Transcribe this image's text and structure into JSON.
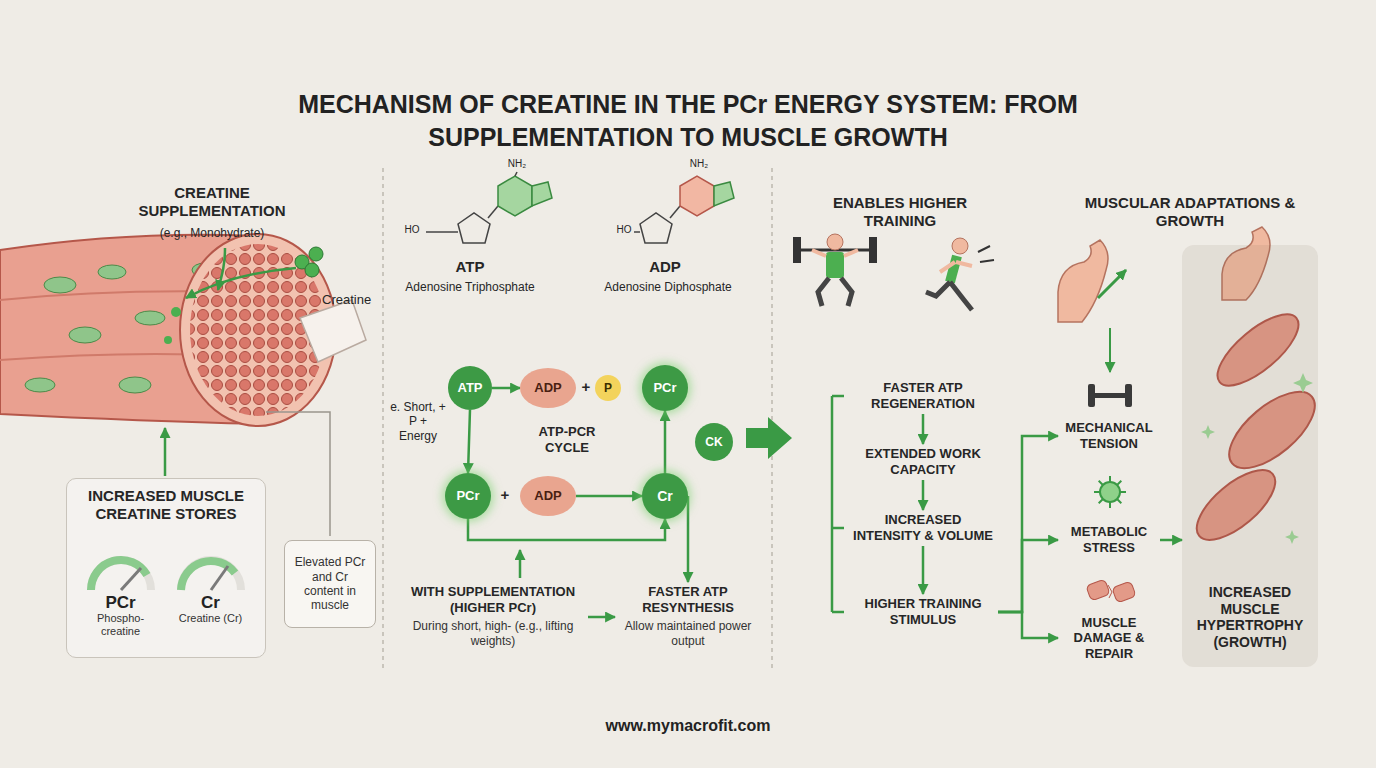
{
  "diagram": {
    "title": "MECHANISM OF CREATINE IN THE PCr ENERGY SYSTEM: FROM SUPPLEMENTATION TO MUSCLE GROWTH",
    "caption": "www.mymacrofit.com",
    "nodes": [
      {
        "text": [
          "INCREASED MUSCLE CREATINE STORES"
        ]
      },
      {
        "text": [
          "PCr",
          "Phospho-creatine"
        ],
        "in": 0
      },
      {
        "text": [
          "Cr",
          "Creatine (Cr)"
        ],
        "in": 0
      },
      {
        "text": [
          "Elevated PCr and Cr content in muscle"
        ]
      },
      {
        "text": [
          "ATP"
        ]
      },
      {
        "text": [
          "ADP"
        ]
      },
      {
        "text": [
          "P"
        ]
      },
      {
        "text": [
          "PCr"
        ]
      },
      {
        "text": [
          "PCr"
        ]
      },
      {
        "text": [
          "ADP"
        ]
      },
      {
        "text": [
          "Cr"
        ]
      },
      {
        "text": [
          "CK"
        ]
      },
      {
        "text": [
          "WITH SUPPLEMENTATION (HIGHER PCr)",
          "During short, high- (e.g., lifting weights)"
        ]
      },
      {
        "text": [
          "FASTER ATP RESYNTHESIS",
          "Allow maintained power output"
        ]
      },
      {
        "text": [
          "FASTER ATP REGENERATION"
        ]
      },
      {
        "text": [
          "EXTENDED WORK CAPACITY"
        ]
      },
      {
        "text": [
          "INCREASED INTENSITY & VOLUME"
        ]
      },
      {
        "text": [
          "HIGHER TRAINING STIMULUS"
        ]
      },
      {
        "text": [
          "MECHANICAL TENSION"
        ]
      },
      {
        "text": [
          "METABOLIC STRESS"
        ]
      },
      {
        "text": [
          "MUSCLE DAMAGE & REPAIR"
        ]
      },
      {
        "text": [
          "INCREASED MUSCLE HYPERTROPHY (GROWTH)"
        ]
      }
    ],
    "edges": [
      {
        "from": 4,
        "to": 5,
        "arrow": "to"
      },
      {
        "from": 4,
        "to": 8,
        "arrow": "to"
      },
      {
        "from": 9,
        "to": 10,
        "arrow": "to"
      },
      {
        "from": 8,
        "to": 10,
        "arrow": "to"
      },
      {
        "from": 10,
        "to": 7,
        "arrow": "to"
      },
      {
        "from": 10,
        "to": 13,
        "arrow": "to"
      },
      {
        "from": 12,
        "to": 13,
        "arrow": "to"
      },
      {
        "from": 14,
        "to": 15,
        "arrow": "to"
      },
      {
        "from": 15,
        "to": 16,
        "arrow": "to"
      },
      {
        "from": 16,
        "to": 17,
        "arrow": "to"
      },
      {
        "from": 17,
        "to": 18,
        "arrow": "to"
      },
      {
        "from": 17,
        "to": 19,
        "arrow": "to"
      },
      {
        "from": 17,
        "to": 20,
        "arrow": "to"
      },
      {
        "from": 19,
        "to": 21,
        "arrow": "to"
      }
    ],
    "labels": [
      "CREATINE SUPPLEMENTATION",
      "(e.g., Monohydrate)",
      "Creatine",
      "NH₂",
      "NH₂",
      "ATP",
      "Adenosine Triphosphate",
      "ADP",
      "Adenosine Diphosphate",
      "+",
      "e. Short, + P + Energy",
      "ATP-PCR CYCLE",
      "+",
      "ENABLES HIGHER TRAINING",
      "MUSCULAR ADAPTATIONS & GROWTH",
      "HO",
      "HO"
    ]
  }
}
